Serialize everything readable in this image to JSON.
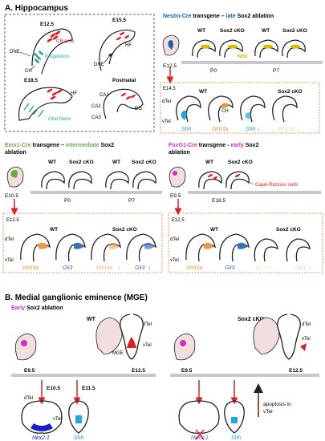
{
  "sectionA": {
    "title": "A.  Hippocampus",
    "devel": {
      "e125": "E12.5",
      "e155": "E15.5",
      "e185": "E18.5",
      "postnatal": "Postnatal",
      "cr_cells": "CR cells",
      "progenitors": "Progenitors",
      "dne": "DNE",
      "ch": "CH",
      "hf": "HF",
      "glial_fibers": "Glial fibers",
      "ca1": "CA1",
      "ca2": "CA2",
      "ca3": "CA3",
      "dg": "DG"
    },
    "nestin": {
      "title_a": "Nestin-Cre",
      "title_b": " transgene – ",
      "title_c": "late",
      "title_d": " Sox2 ablation",
      "wt": "WT",
      "cko": "Sox2 cKO",
      "nsc": "NSC",
      "e125": "E12.5",
      "p0": "P0",
      "p7": "P7",
      "inset_stage": "E14.5",
      "dtel": "dTel",
      "vtel": "vTel",
      "ch": "CH",
      "shh": "Shh",
      "wnt3a": "Wnt3a",
      "arrow": "↓"
    },
    "emx1": {
      "title_a": "Emx1-Cre",
      "title_b": " transgene – ",
      "title_c": "intermediate",
      "title_d": " Sox2",
      "title_e": "ablation",
      "wt": "WT",
      "cko": "Sox2 cKO",
      "e105": "E10.5",
      "p0": "P0",
      "p7": "P7",
      "inset_stage": "E12.5",
      "dtel": "dTel",
      "vtel": "vTel",
      "wnt3a": "Wnt3a",
      "gli3": "Gli3",
      "arrow": "↓"
    },
    "foxg1": {
      "title_a": "FoxG1-Cre",
      "title_b": " transgene - ",
      "title_c": "early",
      "title_d": " Sox2",
      "title_e": "ablation",
      "wt": "WT",
      "cko": "Sox2 cKO",
      "e95": "E9.5",
      "e185": "E18.5",
      "cajal": "Cajal-Retzius cells",
      "inset_stage": "E12.5",
      "dtel": "dTel",
      "vtel": "vTel",
      "wnt3a": "Wnt3a",
      "gli3": "Gli3",
      "arrow": "↓"
    }
  },
  "sectionB": {
    "title": "B.  Medial ganglionic eminence (MGE)",
    "subtitle_a": "Early",
    "subtitle_b": " Sox2 ablation",
    "wt": "WT",
    "cko": "Sox2 cKO",
    "e95": "E9.5",
    "e125": "E12.5",
    "e105": "E10.5",
    "e115": "E11.5",
    "dtel": "dTel",
    "vtel": "vTel",
    "mge": "MGE",
    "nkx21": "Nkx2.1",
    "shh": "Shh",
    "apoptosis_a": "apoptosis in",
    "apoptosis_b": "vTel"
  },
  "colors": {
    "blue_title": "#1f5fa8",
    "green_title": "#6aa84f",
    "magenta_title": "#d62dbd",
    "red": "#e02020",
    "orange": "#e69a3a",
    "nsc": "#e0b800",
    "teal": "#2aa79b",
    "cyan": "#24a8d8",
    "navy": "#1520c8",
    "gli_blue": "#3a6fc0",
    "pink_skin": "#f2dede"
  }
}
